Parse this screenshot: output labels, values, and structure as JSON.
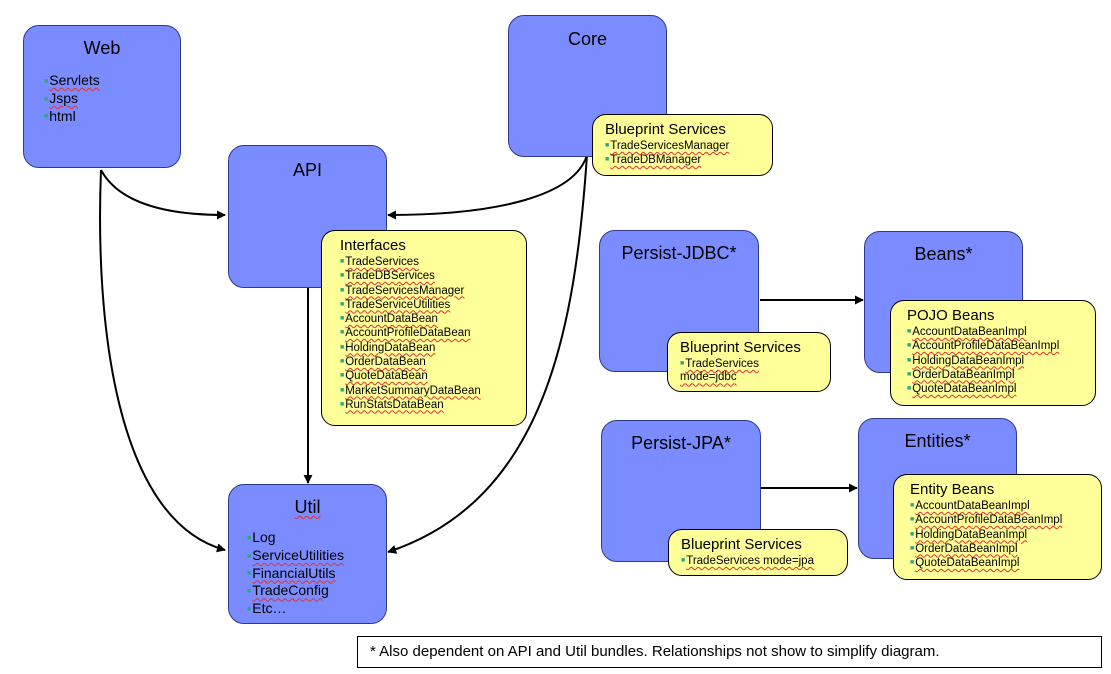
{
  "web": {
    "title": "Web",
    "items": [
      "Servlets",
      "Jsps",
      "html"
    ]
  },
  "core": {
    "title": "Core"
  },
  "core_note": {
    "title": "Blueprint Services",
    "items": [
      "TradeServicesManager",
      "TradeDBManager"
    ]
  },
  "api": {
    "title": "API"
  },
  "interfaces": {
    "title": "Interfaces",
    "items": [
      "TradeServices",
      "TradeDBServices",
      "TradeServicesManager",
      "TradeServiceUtilities",
      "AccountDataBean",
      "AccountProfileDataBean",
      "HoldingDataBean",
      "OrderDataBean",
      "QuoteDataBean",
      "MarketSummaryDataBean",
      "RunStatsDataBean"
    ]
  },
  "util": {
    "title": "Util",
    "items": [
      "Log",
      "ServiceUtilities",
      "FinancialUtils",
      "TradeConfig",
      "Etc…"
    ]
  },
  "persist_jdbc": {
    "title": "Persist-JDBC*"
  },
  "jdbc_note": {
    "title": "Blueprint Services",
    "items": [
      "TradeServices",
      "mode=jdbc"
    ]
  },
  "beans": {
    "title": "Beans*"
  },
  "pojo_note": {
    "title": "POJO Beans",
    "items": [
      "AccountDataBeanImpl",
      "AccountProfileDataBeanImpl",
      "HoldingDataBeanImpl",
      "OrderDataBeanImpl",
      "QuoteDataBeanImpl"
    ]
  },
  "persist_jpa": {
    "title": "Persist-JPA*"
  },
  "jpa_note": {
    "title": "Blueprint Services",
    "items": [
      "TradeServices mode=jpa"
    ]
  },
  "entities": {
    "title": "Entities*"
  },
  "entity_note": {
    "title": "Entity Beans",
    "items": [
      "AccountDataBeanImpl",
      "AccountProfileDataBeanImpl",
      "HoldingDataBeanImpl",
      "OrderDataBeanImpl",
      "QuoteDataBeanImpl"
    ]
  },
  "footnote": {
    "text": "* Also dependent on API and Util bundles.  Relationships not show to simplify diagram."
  },
  "colors": {
    "module_fill": "#7a8cff",
    "note_fill": "#ffff99",
    "bullet": "#2aa878"
  }
}
